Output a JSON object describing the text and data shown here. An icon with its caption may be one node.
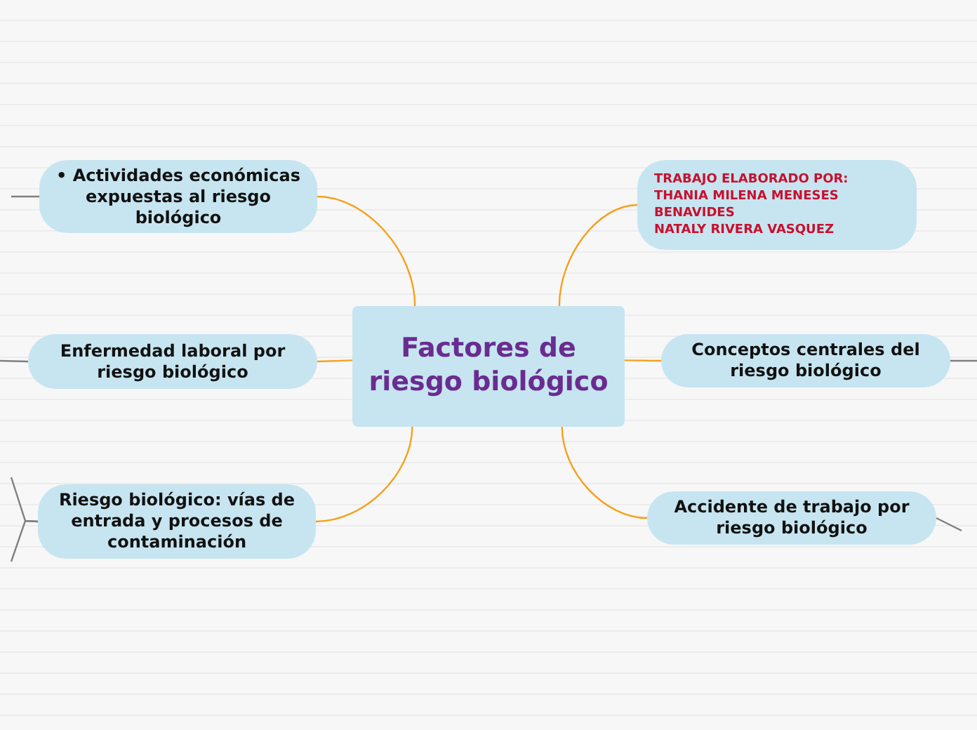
{
  "diagram": {
    "nodes": [
      {
        "text": [
          "Factores de riesgo biológico"
        ]
      },
      {
        "text": [
          "• Actividades económicas expuestas al riesgo biológico"
        ]
      },
      {
        "text": [
          "Enfermedad laboral por riesgo biológico"
        ]
      },
      {
        "text": [
          "Riesgo biológico: vías de entrada y procesos de contaminación"
        ]
      },
      {
        "text": [
          "TRABAJO ELABORADO POR:",
          "THANIA MILENA MENESES BENAVIDES",
          "NATALY RIVERA VASQUEZ"
        ]
      },
      {
        "text": [
          "Conceptos centrales del riesgo biológico"
        ]
      },
      {
        "text": [
          "Accidente de trabajo por riesgo biológico"
        ]
      }
    ],
    "edges": [
      {
        "from": 0,
        "to": 1,
        "arrow": "none",
        "color": "#f5a11c"
      },
      {
        "from": 0,
        "to": 2,
        "arrow": "none",
        "color": "#f5a11c"
      },
      {
        "from": 0,
        "to": 3,
        "arrow": "none",
        "color": "#f5a11c"
      },
      {
        "from": 0,
        "to": 4,
        "arrow": "none",
        "color": "#f5a11c"
      },
      {
        "from": 0,
        "to": 5,
        "arrow": "none",
        "color": "#f5a11c"
      },
      {
        "from": 0,
        "to": 6,
        "arrow": "none",
        "color": "#f5a11c"
      },
      {
        "from": 1,
        "to": null,
        "arrow": "none",
        "color": "#808080"
      },
      {
        "from": 2,
        "to": null,
        "arrow": "none",
        "color": "#808080"
      },
      {
        "from": 3,
        "to": null,
        "arrow": "none",
        "color": "#808080"
      },
      {
        "from": 3,
        "to": null,
        "arrow": "none",
        "color": "#808080"
      },
      {
        "from": 5,
        "to": null,
        "arrow": "none",
        "color": "#808080"
      },
      {
        "from": 6,
        "to": null,
        "arrow": "none",
        "color": "#808080"
      }
    ]
  }
}
